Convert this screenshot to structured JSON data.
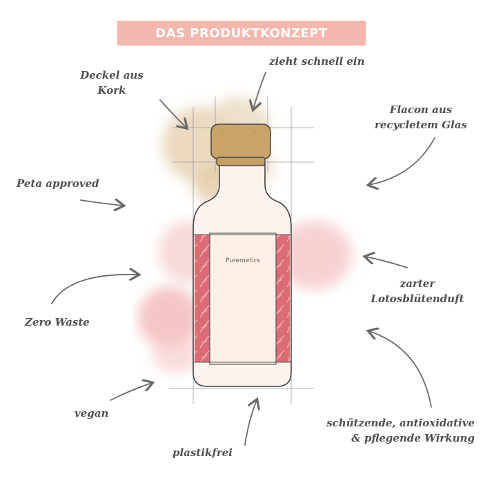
{
  "title": "DAS PRODUKTKONZEPT",
  "brand": "Puremetics",
  "annotations": {
    "deckel": [
      "Deckel aus",
      "Kork"
    ],
    "zieht": "zieht schnell ein",
    "flacon": [
      "Flacon aus",
      "recycletem Glas"
    ],
    "peta": "Peta approved",
    "zero_waste": "Zero Waste",
    "lotos": [
      "zarter",
      "Lotosblütenduft"
    ],
    "vegan": "vegan",
    "wirkung": [
      "schützende, antioxidative",
      "& pflegende Wirkung"
    ],
    "plastikfrei": "plastikfrei"
  },
  "colors": {
    "banner": "#f4b7ad",
    "banner_text": "#ffffff",
    "cork": "#c8a36a",
    "label_band": "#d9656c",
    "bottle_fill": "#fdf3ee",
    "ink": "#4f4f4f",
    "arrow": "#6a6a6a"
  },
  "icons": [
    "bottle-illustration",
    "cork-cap",
    "arrow"
  ]
}
